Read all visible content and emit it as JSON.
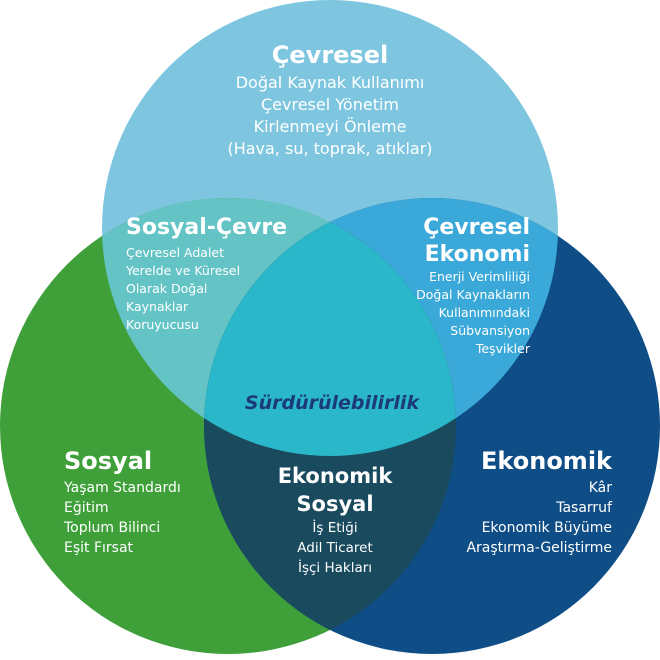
{
  "colors": {
    "environment": "#7ec6e0",
    "social": "#3fa03a",
    "economic": "#0f4d86",
    "social_environment": "#64c3c5",
    "environment_economic": "#3aa8d8",
    "economic_social": "#194a5e",
    "center": "#2ab7c9",
    "center_text": "#1c3a7a"
  },
  "environmental": {
    "title": "Çevresel",
    "items": [
      "Doğal Kaynak Kullanımı",
      "Çevresel Yönetim",
      "Kirlenmeyi Önleme",
      "(Hava, su, toprak, atıklar)"
    ]
  },
  "social_environmental": {
    "title": "Sosyal-Çevre",
    "items": [
      "Çevresel Adalet",
      "Yerelde ve Küresel",
      "Olarak Doğal",
      "Kaynaklar",
      "Koruyucusu"
    ]
  },
  "environmental_economic": {
    "title_line1": "Çevresel",
    "title_line2": "Ekonomi",
    "items": [
      "Enerji Verimliliği",
      "Doğal Kaynakların",
      "Kullanımındaki",
      "Sübvansiyon",
      "Teşvikler"
    ]
  },
  "center": {
    "title": "Sürdürülebilirlik"
  },
  "social": {
    "title": "Sosyal",
    "items": [
      "Yaşam Standardı",
      "Eğitim",
      "Toplum Bilinci",
      "Eşit Fırsat"
    ]
  },
  "economic_social": {
    "title_line1": "Ekonomik",
    "title_line2": "Sosyal",
    "items": [
      "İş Etiği",
      "Adil Ticaret",
      "İşçi Hakları"
    ]
  },
  "economic": {
    "title": "Ekonomik",
    "items": [
      "Kâr",
      "Tasarruf",
      "Ekonomik Büyüme",
      "Araştırma-Geliştirme"
    ]
  }
}
